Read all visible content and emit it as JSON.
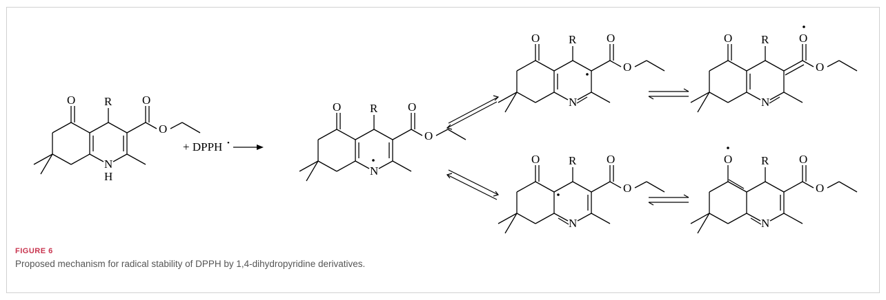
{
  "figure": {
    "label": "FIGURE 6",
    "caption": "Proposed mechanism for radical stability of DPPH by 1,4-dihydropyridine derivatives."
  },
  "scheme": {
    "reagent": "+ DPPH",
    "atoms": {
      "O": "O",
      "R": "R",
      "N": "N",
      "H": "H"
    },
    "radical_dot": "•"
  }
}
